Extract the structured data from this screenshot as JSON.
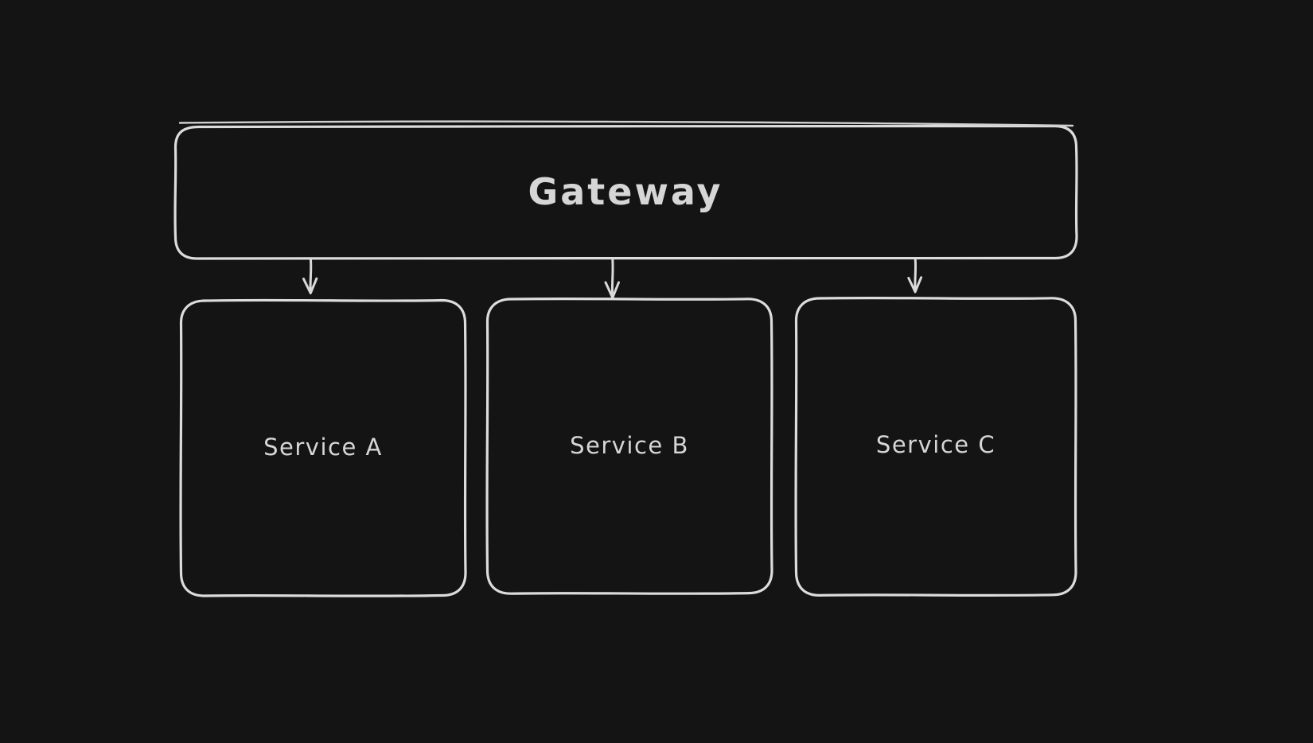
{
  "canvas": {
    "background": "#141414",
    "stroke_color": "#dcdcdc",
    "text_color": "#d6d6d6"
  },
  "diagram": {
    "type": "flowchart",
    "nodes": [
      {
        "id": "gateway",
        "label": "Gateway"
      },
      {
        "id": "service-a",
        "label": "Service A"
      },
      {
        "id": "service-b",
        "label": "Service B"
      },
      {
        "id": "service-c",
        "label": "Service C"
      }
    ],
    "edges": [
      {
        "from": "gateway",
        "to": "service-a",
        "type": "arrow-down"
      },
      {
        "from": "gateway",
        "to": "service-b",
        "type": "arrow-down"
      },
      {
        "from": "gateway",
        "to": "service-c",
        "type": "arrow-down"
      }
    ]
  }
}
